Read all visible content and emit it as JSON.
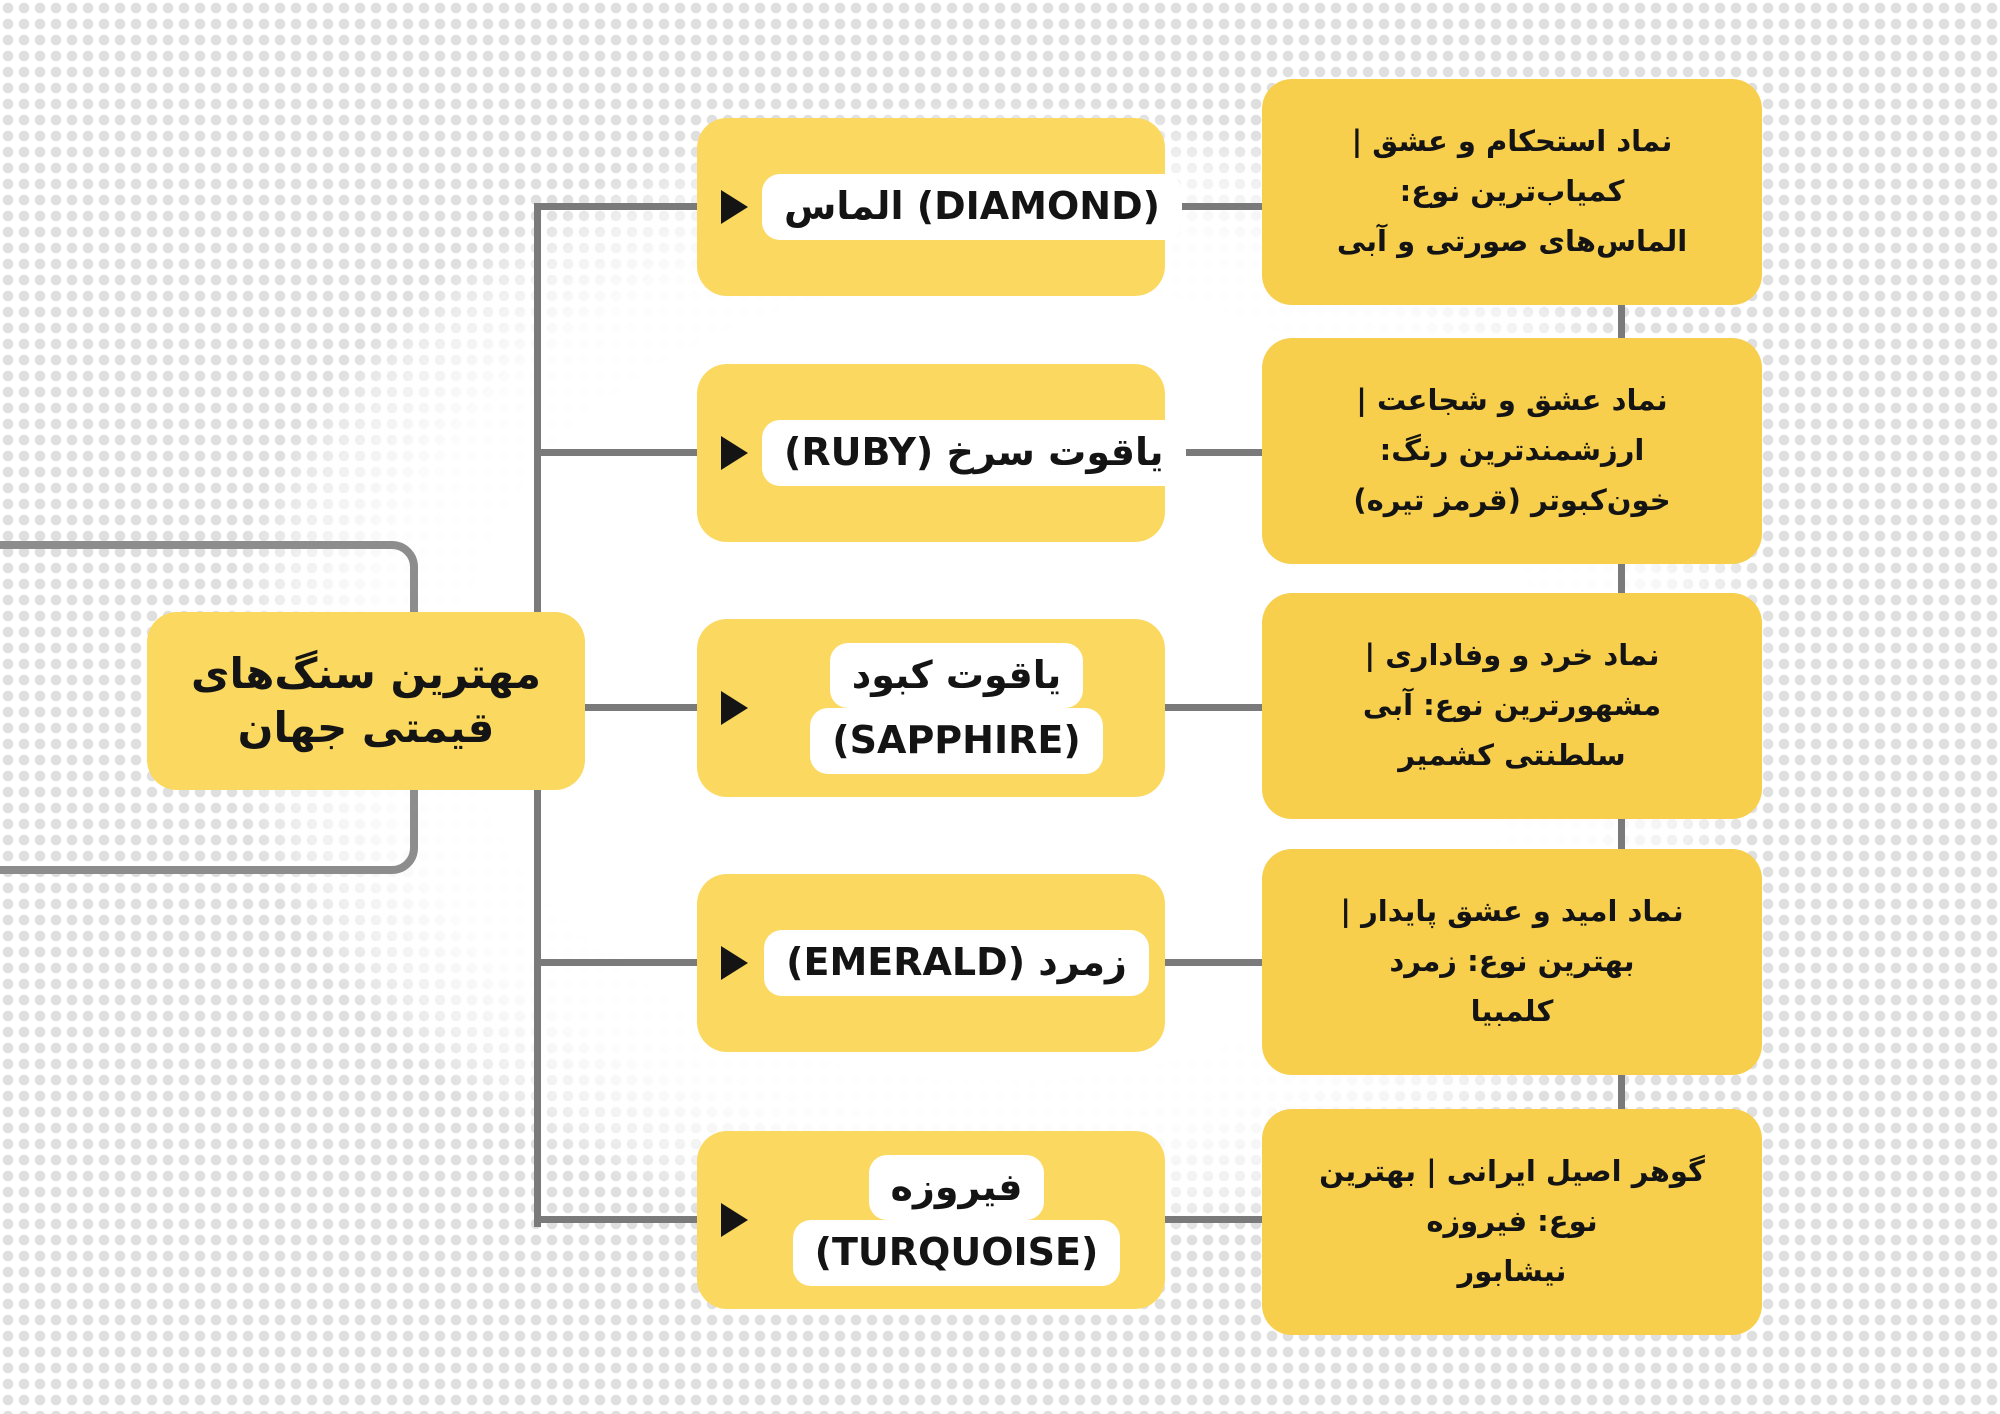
{
  "title": "مهترین سنگ‌های قیمتی جهان",
  "colors": {
    "node_yellow": "#FBD960",
    "desc_yellow": "#F7CF4D",
    "connector_gray": "#7A7A7A",
    "outline_gray": "#8D8D8D",
    "text_black": "#141414",
    "pill_white": "#FFFFFF",
    "dot_gray": "#DFDFDF"
  },
  "icons": {
    "bullet": "right-pointing-triangle"
  },
  "root": {
    "lines": [
      "مهترین سنگ‌های",
      "قیمتی جهان"
    ]
  },
  "rows": [
    {
      "gem": {
        "dir": "ltr",
        "lines": [
          "الماس (DIAMOND)"
        ]
      },
      "desc_lines": [
        "نماد استحکام و عشق | کمیاب‌ترین نوع:",
        "الماس‌های صورتی و آبی"
      ]
    },
    {
      "gem": {
        "dir": "rtl",
        "lines": [
          "یاقوت سرخ (RUBY)"
        ]
      },
      "desc_lines": [
        "نماد عشق و شجاعت | ارزشمندترین رنگ:",
        "خون‌کبوتر (قرمز تیره)"
      ]
    },
    {
      "gem": {
        "dir": "rtl",
        "lines": [
          "یاقوت کبود",
          "(SAPPHIRE)"
        ]
      },
      "desc_lines": [
        "نماد خرد و وفاداری | مشهورترین نوع: آبی",
        "سلطنتی کشمیر"
      ]
    },
    {
      "gem": {
        "dir": "rtl",
        "lines": [
          "زمرد (EMERALD)"
        ]
      },
      "desc_lines": [
        "نماد امید و عشق پایدار | بهترین نوع: زمرد",
        "کلمبیا"
      ]
    },
    {
      "gem": {
        "dir": "rtl",
        "lines": [
          "فیروزه",
          "(TURQUOISE)"
        ]
      },
      "desc_lines": [
        "گوهر اصیل ایرانی | بهترین نوع: فیروزه",
        "نیشابور"
      ]
    }
  ]
}
